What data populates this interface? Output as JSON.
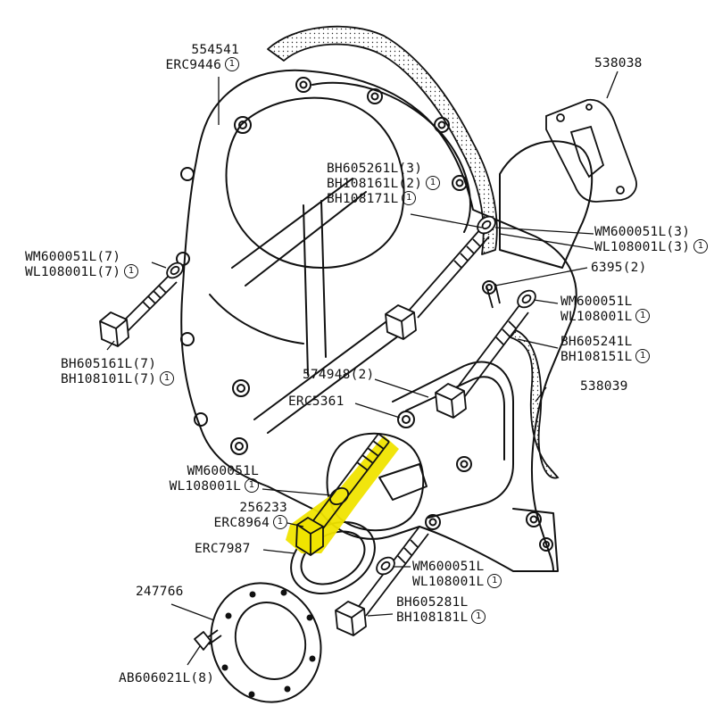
{
  "diagram": {
    "highlight_color": "#f0e400",
    "callouts": [
      {
        "id": "c01",
        "lines": [
          {
            "text": "554541"
          },
          {
            "text": "ERC9446",
            "mark": "1"
          }
        ]
      },
      {
        "id": "c02",
        "lines": [
          {
            "text": "538038"
          }
        ]
      },
      {
        "id": "c03",
        "lines": [
          {
            "text": "BH605261L(3)"
          },
          {
            "text": "BH108161L(2)",
            "mark": "1"
          },
          {
            "text": "BH108171L",
            "mark": "1"
          }
        ]
      },
      {
        "id": "c04",
        "lines": [
          {
            "text": "WM600051L(3)"
          },
          {
            "text": "WL108001L(3)",
            "mark": "1"
          }
        ]
      },
      {
        "id": "c05",
        "lines": [
          {
            "text": "6395(2)"
          }
        ]
      },
      {
        "id": "c06",
        "lines": [
          {
            "text": "WM600051L(7)"
          },
          {
            "text": "WL108001L(7)",
            "mark": "1"
          }
        ]
      },
      {
        "id": "c07",
        "lines": [
          {
            "text": "WM600051L"
          },
          {
            "text": "WL108001L",
            "mark": "1"
          }
        ]
      },
      {
        "id": "c08",
        "lines": [
          {
            "text": "BH605241L"
          },
          {
            "text": "BH108151L",
            "mark": "1"
          }
        ]
      },
      {
        "id": "c09",
        "lines": [
          {
            "text": "BH605161L(7)"
          },
          {
            "text": "BH108101L(7)",
            "mark": "1"
          }
        ]
      },
      {
        "id": "c10",
        "lines": [
          {
            "text": "574948(2)"
          }
        ]
      },
      {
        "id": "c11",
        "lines": [
          {
            "text": "538039"
          }
        ]
      },
      {
        "id": "c12",
        "lines": [
          {
            "text": "ERC5361"
          }
        ]
      },
      {
        "id": "c13",
        "lines": [
          {
            "text": "WM600051L"
          },
          {
            "text": "WL108001L",
            "mark": "1"
          }
        ]
      },
      {
        "id": "c14",
        "lines": [
          {
            "text": "256233"
          },
          {
            "text": "ERC8964",
            "mark": "1"
          }
        ]
      },
      {
        "id": "c15",
        "lines": [
          {
            "text": "ERC7987"
          }
        ]
      },
      {
        "id": "c16",
        "lines": [
          {
            "text": "WM600051L"
          },
          {
            "text": "WL108001L",
            "mark": "1"
          }
        ]
      },
      {
        "id": "c17",
        "lines": [
          {
            "text": "BH605281L"
          },
          {
            "text": "BH108181L",
            "mark": "1"
          }
        ]
      },
      {
        "id": "c18",
        "lines": [
          {
            "text": "247766"
          }
        ]
      },
      {
        "id": "c19",
        "lines": [
          {
            "text": "AB606021L(8)"
          }
        ]
      }
    ]
  }
}
